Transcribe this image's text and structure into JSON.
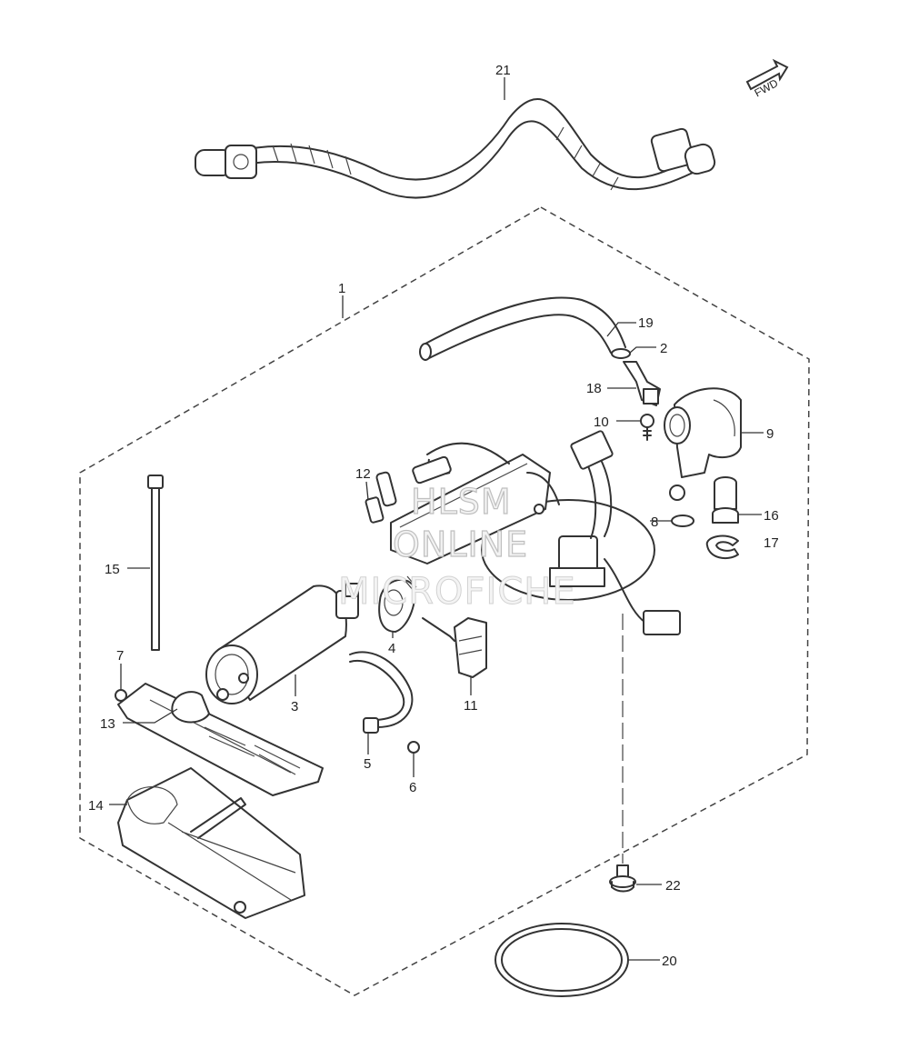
{
  "direction_badge": "FWD",
  "watermark": {
    "line1": "HLSM",
    "line2": "ONLINE",
    "line3": "MICROFICHE"
  },
  "callouts": {
    "p1": "1",
    "p2": "2",
    "p3": "3",
    "p4": "4",
    "p5": "5",
    "p6": "6",
    "p7": "7",
    "p8": "8",
    "p9": "9",
    "p10": "10",
    "p11": "11",
    "p12": "12",
    "p13": "13",
    "p14": "14",
    "p15": "15",
    "p16": "16",
    "p17": "17",
    "p18": "18",
    "p19": "19",
    "p20": "20",
    "p21": "21",
    "p22": "22"
  }
}
